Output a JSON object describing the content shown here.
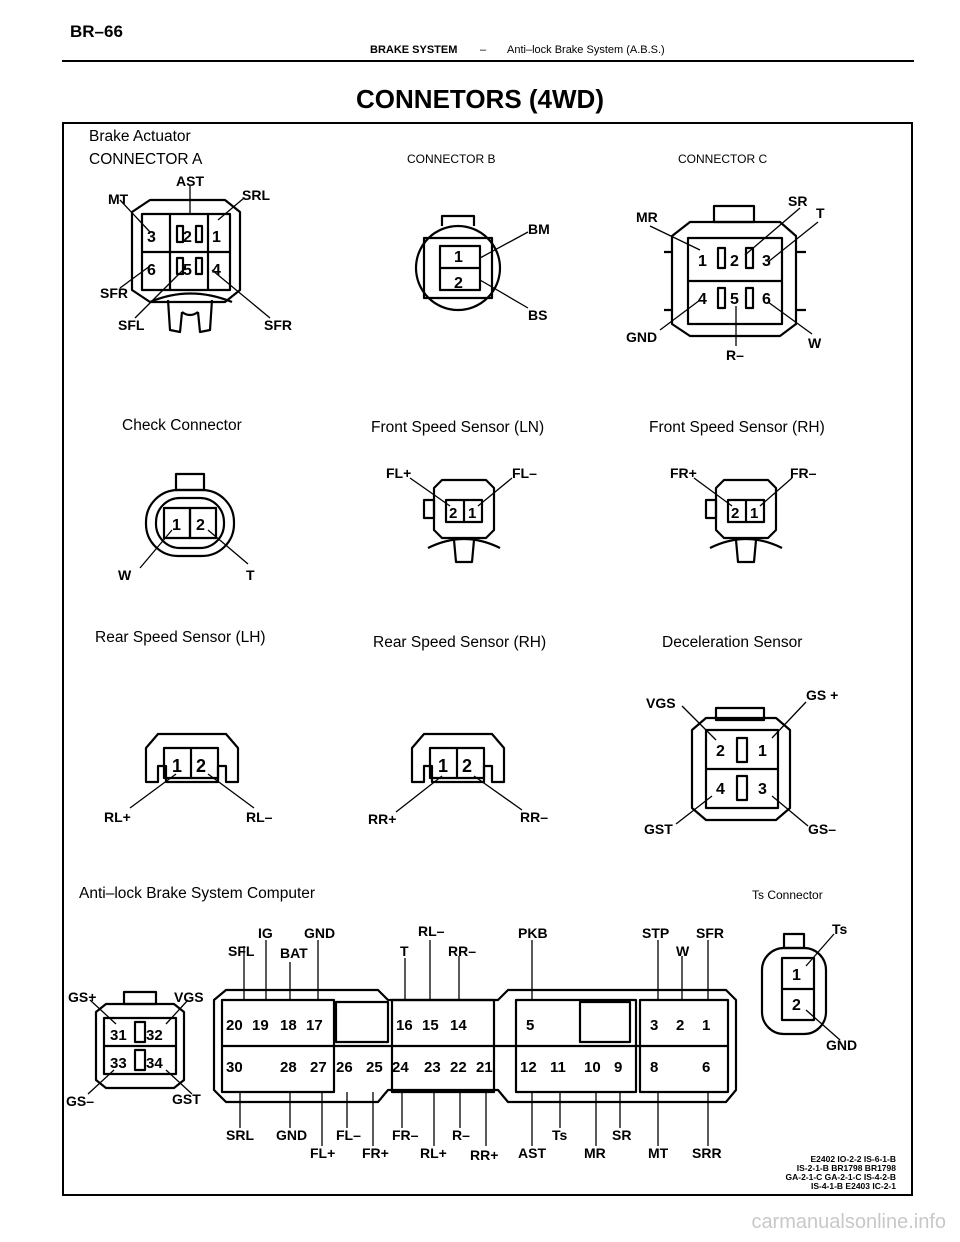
{
  "header": {
    "page_number": "BR–66",
    "section": "BRAKE SYSTEM",
    "separator": "–",
    "subsection": "Anti–lock Brake System (A.B.S.)"
  },
  "title": "CONNETORS (4WD)",
  "connectors": {
    "actuator_a": {
      "title_line1": "Brake Actuator",
      "title_line2": "CONNECTOR A",
      "pins": [
        "1",
        "2",
        "3",
        "4",
        "5",
        "6"
      ],
      "terminals": [
        "MT",
        "AST",
        "SRL",
        "SFR",
        "SFL",
        "SFR"
      ]
    },
    "b": {
      "title": "CONNECTOR B",
      "pins": [
        "1",
        "2"
      ],
      "terminals": [
        "BM",
        "BS"
      ]
    },
    "c": {
      "title": "CONNECTOR C",
      "pins": [
        "1",
        "2",
        "3",
        "4",
        "5",
        "6"
      ],
      "terminals": [
        "MR",
        "SR",
        "T",
        "GND",
        "R–",
        "W"
      ]
    },
    "check": {
      "title": "Check Connector",
      "pins": [
        "1",
        "2"
      ],
      "terminals": [
        "W",
        "T"
      ]
    },
    "front_ln": {
      "title": "Front Speed Sensor (LN)",
      "pins": [
        "2",
        "1"
      ],
      "terminals": [
        "FL+",
        "FL–"
      ]
    },
    "front_rh": {
      "title": "Front Speed Sensor (RH)",
      "pins": [
        "2",
        "1"
      ],
      "terminals": [
        "FR+",
        "FR–"
      ]
    },
    "rear_lh": {
      "title": "Rear Speed Sensor (LH)",
      "pins": [
        "1",
        "2"
      ],
      "terminals": [
        "RL+",
        "RL–"
      ]
    },
    "rear_rh": {
      "title": "Rear Speed Sensor (RH)",
      "pins": [
        "1",
        "2"
      ],
      "terminals": [
        "RR+",
        "RR–"
      ]
    },
    "decel": {
      "title": "Deceleration Sensor",
      "pins": [
        "2",
        "1",
        "4",
        "3"
      ],
      "terminals": [
        "VGS",
        "GS +",
        "GST",
        "GS–"
      ]
    },
    "ecu": {
      "title": "Anti–lock Brake System Computer",
      "small_pins": [
        "31",
        "32",
        "33",
        "34"
      ],
      "small_terminals": [
        "GS+",
        "VGS",
        "GS–",
        "GST"
      ],
      "top_row": [
        "20",
        "19",
        "18",
        "17",
        "16",
        "15",
        "14",
        "5",
        "3",
        "2",
        "1"
      ],
      "bottom_row": [
        "30",
        "28",
        "27",
        "26",
        "25",
        "24",
        "23",
        "22",
        "21",
        "12",
        "11",
        "10",
        "9",
        "8",
        "6"
      ],
      "top_terminals": [
        "SFL",
        "IG",
        "BAT",
        "GND",
        "T",
        "RL–",
        "RR–",
        "PKB",
        "STP",
        "W",
        "SFR"
      ],
      "bottom_terminals": [
        "SRL",
        "GND",
        "FL+",
        "FL–",
        "FR+",
        "FR–",
        "RL+",
        "R–",
        "RR+",
        "AST",
        "Ts",
        "MR",
        "SR",
        "MT",
        "SRR"
      ]
    },
    "ts": {
      "title": "Ts Connector",
      "pins": [
        "1",
        "2"
      ],
      "terminals": [
        "Ts",
        "GND"
      ]
    }
  },
  "reference_codes": [
    "E2402 IO-2-2 IS-6-1-B",
    "IS-2-1-B BR1798 BR1798",
    "GA-2-1-C GA-2-1-C IS-4-2-B",
    "IS-4-1-B E2403 IC-2-1"
  ],
  "watermark": "carmanualsonline.info"
}
